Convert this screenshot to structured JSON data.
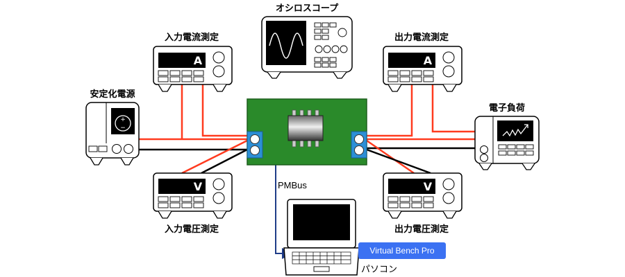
{
  "labels": {
    "oscilloscope": "オシロスコープ",
    "input_current": "入力電流測定",
    "output_current": "出力電流測定",
    "power_supply": "安定化電源",
    "electronic_load": "電子負荷",
    "input_voltage": "入力電圧測定",
    "output_voltage": "出力電圧測定",
    "pmbus": "PMBus",
    "pc": "パソコン"
  },
  "meters": {
    "input_current_unit": "A",
    "output_current_unit": "A",
    "input_voltage_unit": "V",
    "output_voltage_unit": "V"
  },
  "software_badge": "Virtual Bench Pro",
  "colors": {
    "wire_positive": "#ff3b1f",
    "wire_negative": "#000000",
    "pmbus_line": "#1f3c88",
    "board": "#2a8a2a",
    "terminal": "#2c8fd6",
    "badge": "#3b71f2"
  }
}
